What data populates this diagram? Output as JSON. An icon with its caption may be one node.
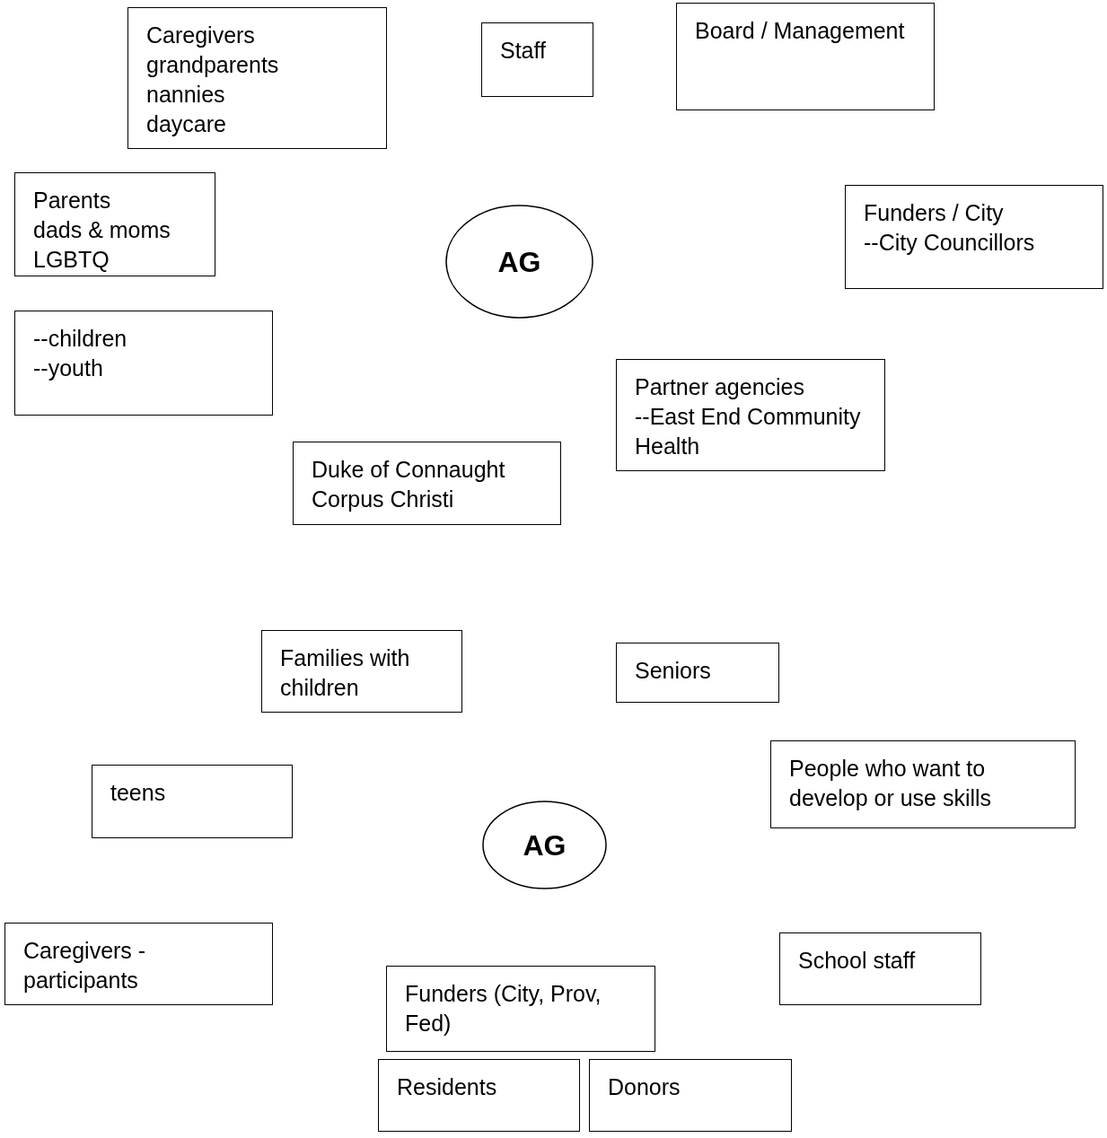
{
  "diagram": {
    "nodes": [
      {
        "text": [
          "Caregivers",
          "grandparents",
          "nannies",
          "daycare"
        ]
      },
      {
        "text": [
          "Staff"
        ]
      },
      {
        "text": [
          "Board / Management"
        ]
      },
      {
        "text": [
          "Parents",
          "dads & moms",
          "LGBTQ"
        ]
      },
      {
        "text": [
          "AG"
        ]
      },
      {
        "text": [
          "Funders / City",
          "--City Councillors"
        ]
      },
      {
        "text": [
          "--children",
          "--youth"
        ]
      },
      {
        "text": [
          "Partner agencies",
          "--East End Community Health"
        ]
      },
      {
        "text": [
          "Duke of Connaught",
          "Corpus Christi"
        ]
      },
      {
        "text": [
          "Families with children"
        ]
      },
      {
        "text": [
          "Seniors"
        ]
      },
      {
        "text": [
          "teens"
        ]
      },
      {
        "text": [
          "People who want to develop or use skills"
        ]
      },
      {
        "text": [
          "AG"
        ]
      },
      {
        "text": [
          "Caregivers - participants"
        ]
      },
      {
        "text": [
          "School staff"
        ]
      },
      {
        "text": [
          "Funders (City, Prov, Fed)"
        ]
      },
      {
        "text": [
          "Residents"
        ]
      },
      {
        "text": [
          "Donors"
        ]
      }
    ]
  }
}
